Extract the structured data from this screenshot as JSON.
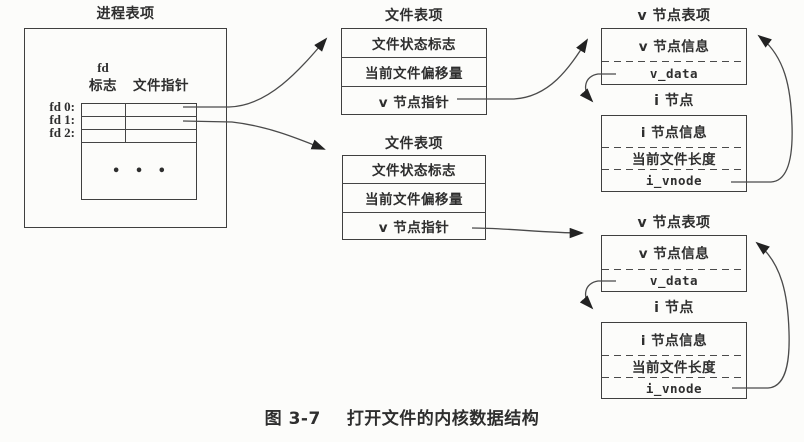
{
  "colors": {
    "ink": "#2e2e2e",
    "line": "#4a4a4a",
    "background": "#fcfcfa"
  },
  "process_table": {
    "title": "进程表项",
    "col_header_top": "fd",
    "col_header_flags": "标志",
    "col_header_pointer": "文件指针",
    "row_labels": [
      "fd 0:",
      "fd 1:",
      "fd 2:"
    ],
    "ellipsis": "• • •"
  },
  "file_tables": [
    {
      "title": "文件表项",
      "rows": [
        "文件状态标志",
        "当前文件偏移量",
        "v 节点指针"
      ]
    },
    {
      "title": "文件表项",
      "rows": [
        "文件状态标志",
        "当前文件偏移量",
        "v 节点指针"
      ]
    }
  ],
  "vnode_groups": [
    {
      "vnode_title": "v 节点表项",
      "vnode_info": "v 节点信息",
      "vnode_data": "v_data",
      "inode_title": "i 节点",
      "inode_info": "i 节点信息",
      "inode_length": "当前文件长度",
      "inode_vnode": "i_vnode"
    },
    {
      "vnode_title": "v 节点表项",
      "vnode_info": "v 节点信息",
      "vnode_data": "v_data",
      "inode_title": "i 节点",
      "inode_info": "i 节点信息",
      "inode_length": "当前文件长度",
      "inode_vnode": "i_vnode"
    }
  ],
  "caption": {
    "figure_label": "图 3-7",
    "figure_title": "打开文件的内核数据结构"
  }
}
